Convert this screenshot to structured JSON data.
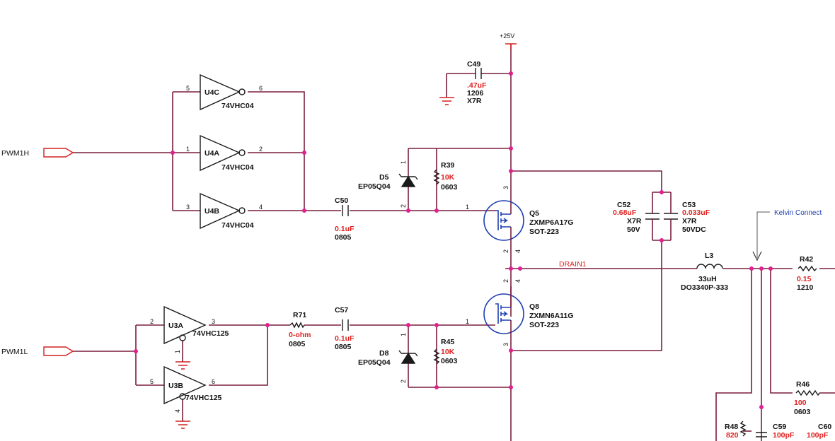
{
  "ports": {
    "pwm1h": "PWM1H",
    "pwm1l": "PWM1L"
  },
  "supply": "+25V",
  "inverters": [
    {
      "ref": "U4C",
      "part": "74VHC04",
      "pin_in": "5",
      "pin_out": "6"
    },
    {
      "ref": "U4A",
      "part": "74VHC04",
      "pin_in": "1",
      "pin_out": "2"
    },
    {
      "ref": "U4B",
      "part": "74VHC04",
      "pin_in": "3",
      "pin_out": "4"
    }
  ],
  "buffers": [
    {
      "ref": "U3A",
      "part": "74VHC125",
      "pin_in": "2",
      "pin_out": "3",
      "pin_en": "1"
    },
    {
      "ref": "U3B",
      "part": "74VHC125",
      "pin_in": "5",
      "pin_out": "6",
      "pin_en": "4"
    }
  ],
  "capacitors": {
    "c49": {
      "ref": "C49",
      "value": ".47uF",
      "package": "1206",
      "dielectric": "X7R"
    },
    "c50": {
      "ref": "C50",
      "value": "0.1uF",
      "package": "0805"
    },
    "c57": {
      "ref": "C57",
      "value": "0.1uF",
      "package": "0805"
    },
    "c52": {
      "ref": "C52",
      "value": "0.68uF",
      "dielectric": "X7R",
      "voltage": "50V"
    },
    "c53": {
      "ref": "C53",
      "value": "0.033uF",
      "dielectric": "X7R",
      "voltage": "50VDC"
    },
    "c59": {
      "ref": "C59",
      "value": "100pF"
    },
    "c60": {
      "ref": "C60",
      "value": "100pF"
    }
  },
  "resistors": {
    "r39": {
      "ref": "R39",
      "value": "10K",
      "package": "0603"
    },
    "r45": {
      "ref": "R45",
      "value": "10K",
      "package": "0603"
    },
    "r71": {
      "ref": "R71",
      "value": "0-ohm",
      "package": "0805"
    },
    "r42": {
      "ref": "R42",
      "value": "0.15",
      "package": "1210"
    },
    "r46": {
      "ref": "R46",
      "value": "100",
      "package": "0603"
    },
    "r48": {
      "ref": "R48",
      "value": "820"
    }
  },
  "diodes": {
    "d5": {
      "ref": "D5",
      "part": "EP05Q04"
    },
    "d8": {
      "ref": "D8",
      "part": "EP05Q04"
    }
  },
  "transistors": {
    "q5": {
      "ref": "Q5",
      "part": "ZXMP6A17G",
      "package": "SOT-223"
    },
    "q8": {
      "ref": "Q8",
      "part": "ZXMN6A11G",
      "package": "SOT-223"
    }
  },
  "inductor": {
    "ref": "L3",
    "value": "33uH",
    "part": "DO3340P-333"
  },
  "nets": {
    "drain": "DRAIN1"
  },
  "annotation": "Kelvin Connect",
  "pins": {
    "one": "1",
    "two": "2",
    "three": "3",
    "four": "4"
  },
  "colors": {
    "wire": "#7a1f3d",
    "junction": "#e0208f",
    "value_text": "#e02020",
    "mosfet": "#1e3fb0"
  }
}
